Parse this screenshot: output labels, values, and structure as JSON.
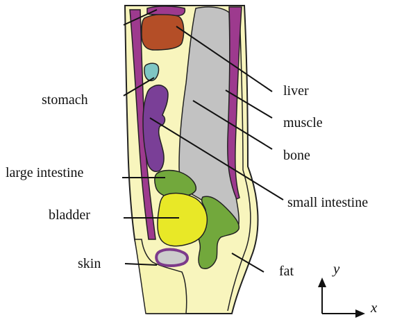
{
  "labels": {
    "liver": "liver",
    "muscle": "muscle",
    "bone": "bone",
    "small_intestine": "small intestine",
    "fat": "fat",
    "stomach": "stomach",
    "large_intestine": "large intestine",
    "bladder": "bladder",
    "skin": "skin"
  },
  "axes": {
    "y": "y",
    "x": "x"
  },
  "colors": {
    "skin": "#f7f4b3",
    "fat": "#f8f5bd",
    "muscle": "#9d3a8e",
    "bone": "#c2c2c2",
    "liver": "#b44e27",
    "stomach": "#7fc6c4",
    "large_intestine": "#7a3f97",
    "small_intestine": "#72a83c",
    "bladder": "#e8e827",
    "outline": "#222222"
  }
}
